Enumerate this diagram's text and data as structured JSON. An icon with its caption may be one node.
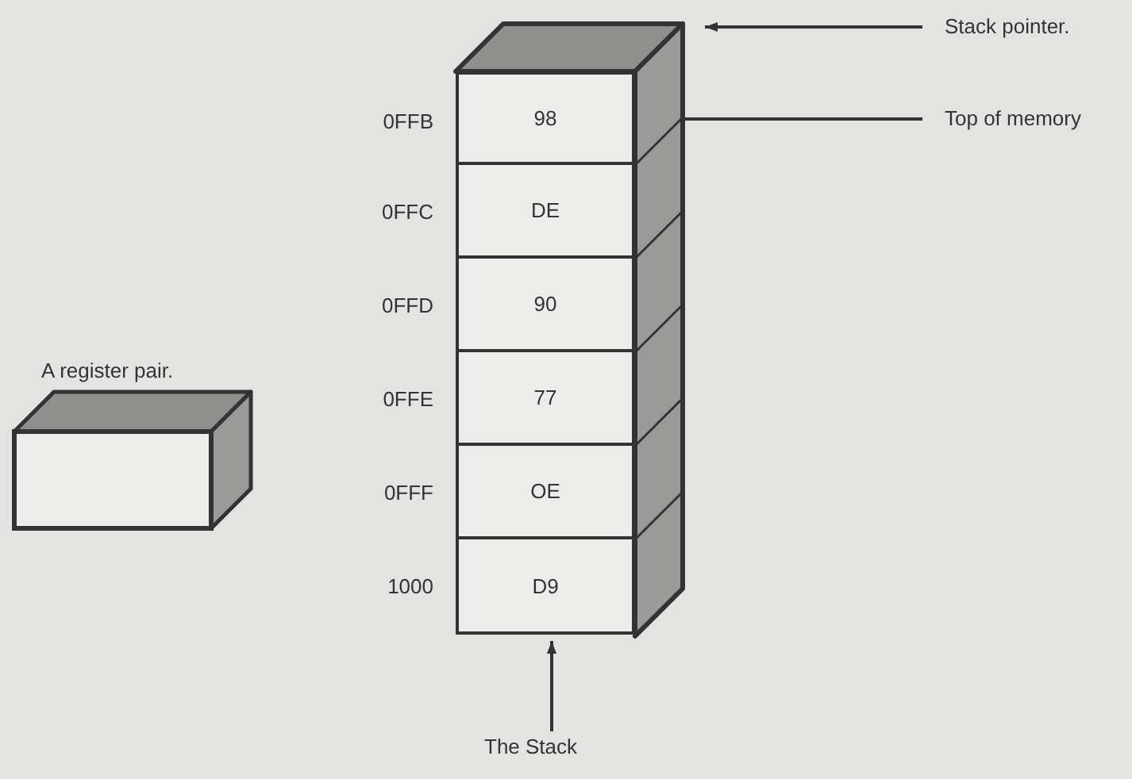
{
  "diagram": {
    "nodes": [
      {
        "text": [],
        "shape": "box"
      },
      {
        "text": [
          "98"
        ],
        "in": 0,
        "beside": [
          "0FFB"
        ]
      },
      {
        "text": [
          "DE"
        ],
        "in": 0,
        "beside": [
          "0FFC"
        ]
      },
      {
        "text": [
          "90"
        ],
        "in": 0,
        "beside": [
          "0FFD"
        ]
      },
      {
        "text": [
          "77"
        ],
        "in": 0,
        "beside": [
          "0FFE"
        ]
      },
      {
        "text": [
          "OE"
        ],
        "in": 0,
        "beside": [
          "0FFF"
        ]
      },
      {
        "text": [
          "D9"
        ],
        "in": 0,
        "beside": [
          "1000"
        ]
      },
      {
        "text": [
          "Stack pointer."
        ]
      },
      {
        "text": [
          "Top of memory"
        ]
      },
      {
        "text": [
          "The Stack"
        ]
      },
      {
        "text": [
          "A register pair."
        ]
      }
    ],
    "edges": [
      {
        "from": 7,
        "to": 0,
        "arrow": "to"
      },
      {
        "from": 8,
        "to": 1,
        "arrow": "to"
      },
      {
        "from": 9,
        "to": 0,
        "arrow": "to"
      }
    ]
  }
}
